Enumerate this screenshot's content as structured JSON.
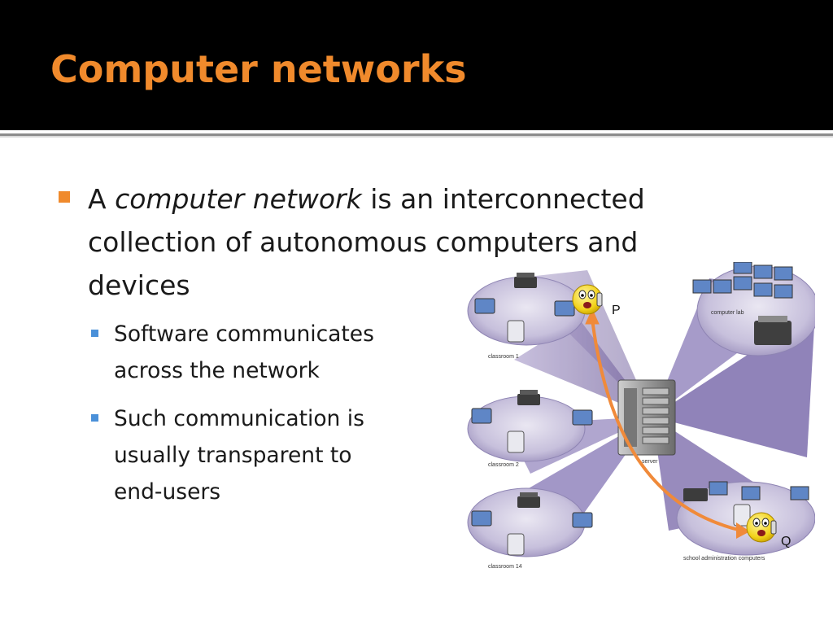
{
  "slide": {
    "title": "Computer networks",
    "bullet": {
      "prefix": "A ",
      "emphasis": "computer network",
      "suffix": " is an interconnected collection of autonomous computers and devices"
    },
    "sub_bullets": [
      {
        "line1": "Software communicates",
        "line2": "across the network"
      },
      {
        "line1": "Such communication is",
        "line2": "usually transparent to",
        "line3": "end-users"
      }
    ]
  },
  "diagram": {
    "labels": {
      "classroom1": "classroom 1",
      "classroom2": "classroom 2",
      "classroom14": "classroom 14",
      "computer_lab": "computer lab",
      "server": "server",
      "school_admin": "school administration computers"
    },
    "endpoints": {
      "p": "P",
      "q": "Q"
    }
  },
  "colors": {
    "title": "#f08a2c",
    "title_bar": "#000000",
    "bullet_marker": "#f08a2c",
    "sub_marker": "#4a90d9",
    "network_beam": "#7b6aa6",
    "arrow": "#f08a3a"
  }
}
